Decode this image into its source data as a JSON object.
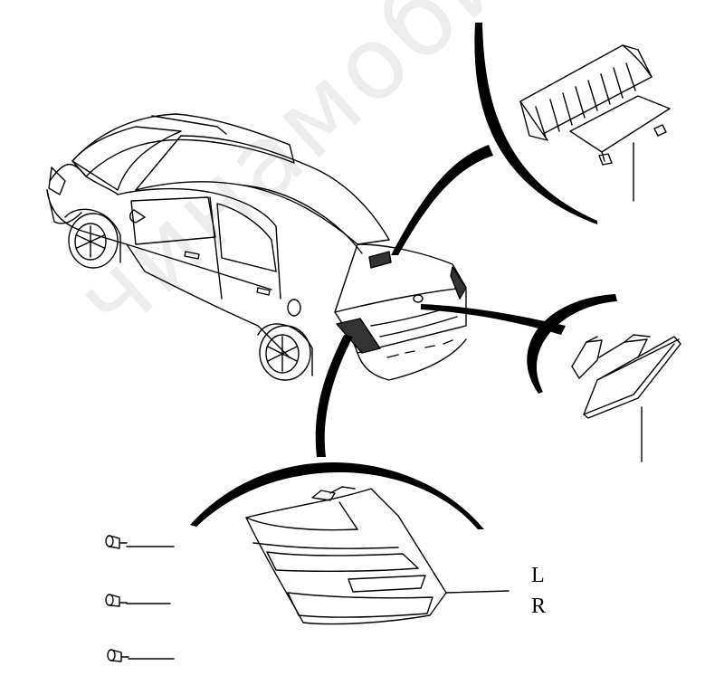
{
  "labels": {
    "left": "L",
    "right": "R"
  },
  "watermark": "чинамобил.рф",
  "colors": {
    "ink": "#000000",
    "paper": "#ffffff"
  },
  "parts": [
    "car-body",
    "high-mount-stop-lamp",
    "license-plate-lamp",
    "rear-combination-lamp",
    "screws"
  ]
}
